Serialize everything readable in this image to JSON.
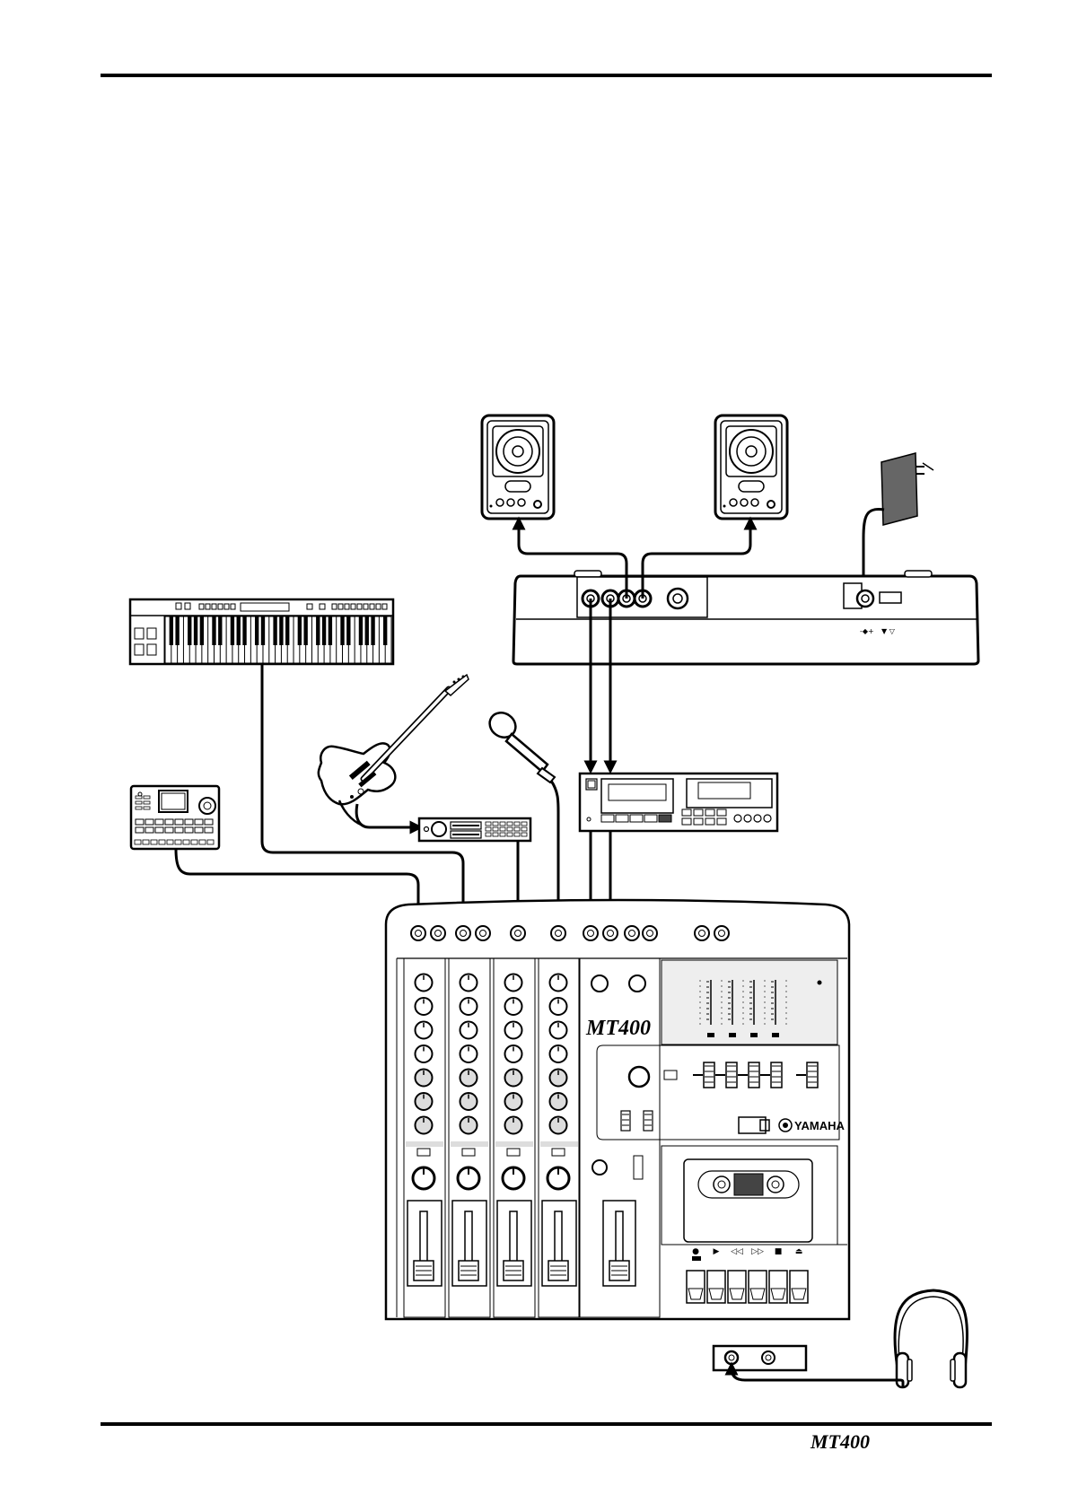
{
  "mixer": {
    "model_label": "MT400",
    "brand_label": "YAMAHA"
  },
  "footer": {
    "model_label": "MT400"
  },
  "colors": {
    "ink": "#000000",
    "paper": "#ffffff",
    "panel_gray": "#eeeeee",
    "power_adapter": "#666666"
  },
  "icons": [
    "speaker-icon",
    "power-adapter-icon",
    "keyboard-icon",
    "guitar-icon",
    "microphone-icon",
    "drum-machine-icon",
    "effects-processor-icon",
    "cassette-deck-icon",
    "mixer-icon",
    "headphones-icon",
    "yamaha-logo-icon"
  ]
}
